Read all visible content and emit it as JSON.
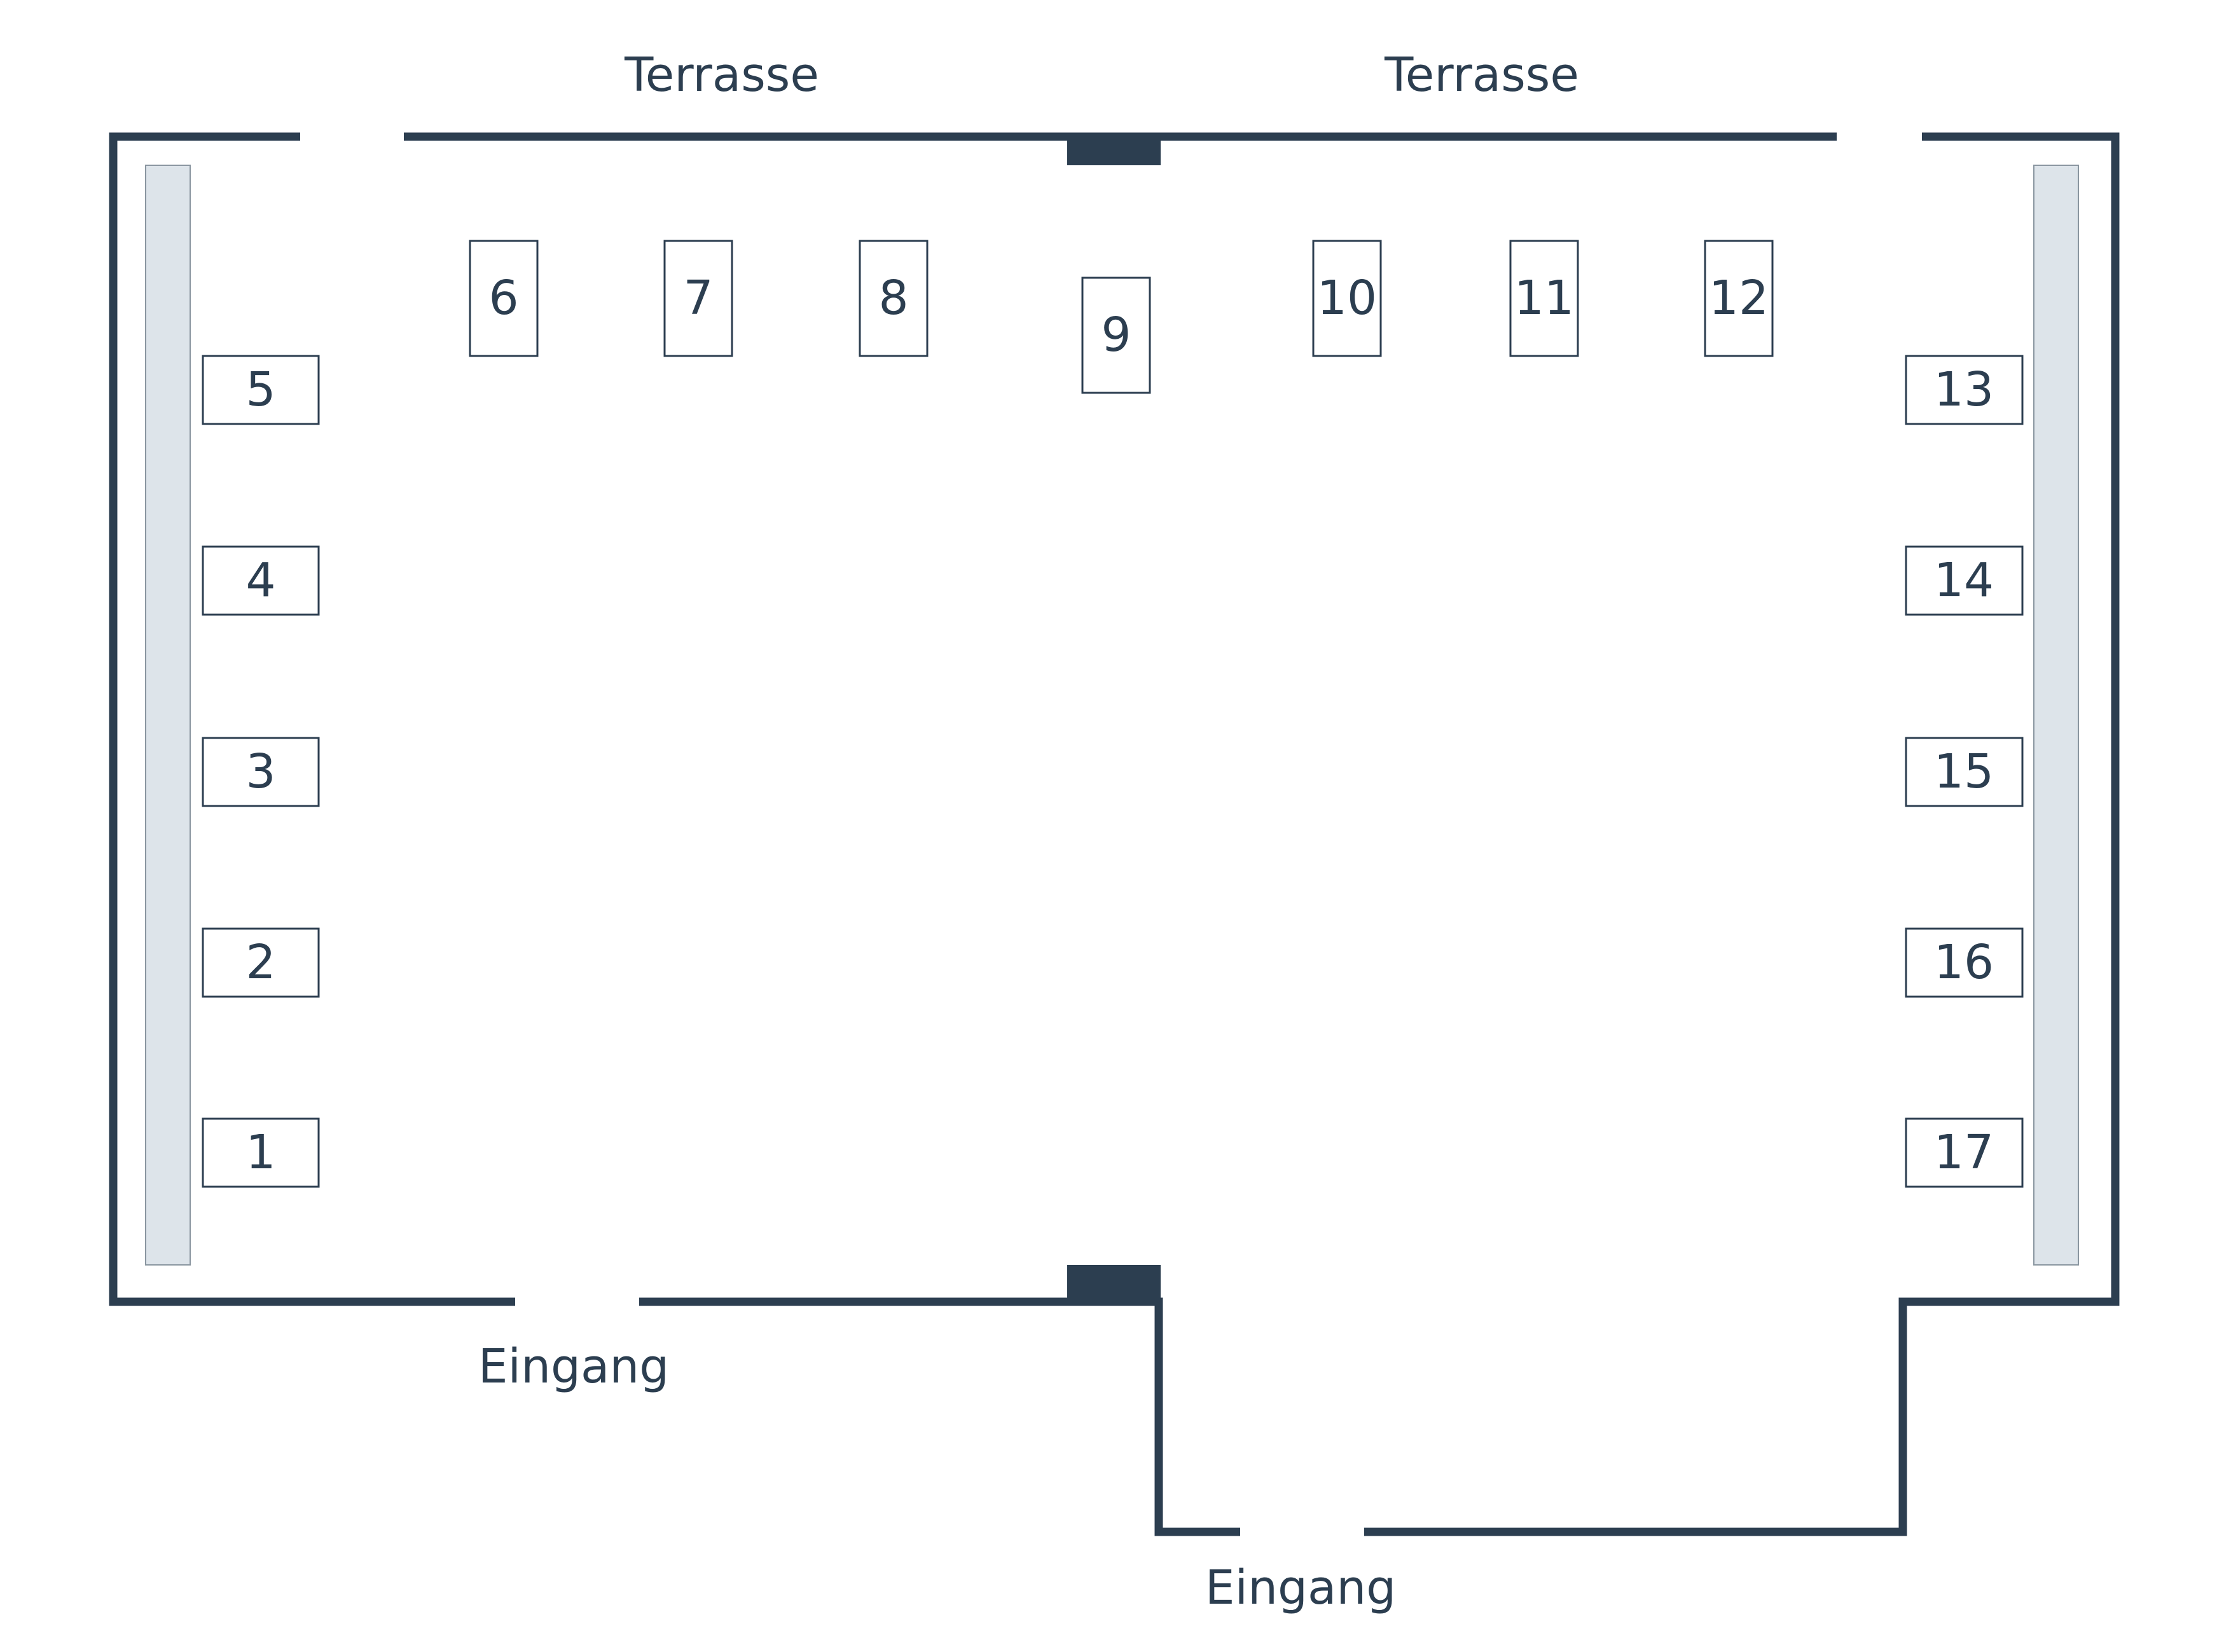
{
  "labels": {
    "terrace_left": "Terrasse",
    "terrace_right": "Terrasse",
    "entrance_left": "Eingang",
    "entrance_bottom": "Eingang"
  },
  "tables": [
    "1",
    "2",
    "3",
    "4",
    "5",
    "6",
    "7",
    "8",
    "9",
    "10",
    "11",
    "12",
    "13",
    "14",
    "15",
    "16",
    "17"
  ],
  "colors": {
    "wall": "#2c3e50",
    "window": "#dde4ea",
    "table_text": "#2c3e50"
  }
}
